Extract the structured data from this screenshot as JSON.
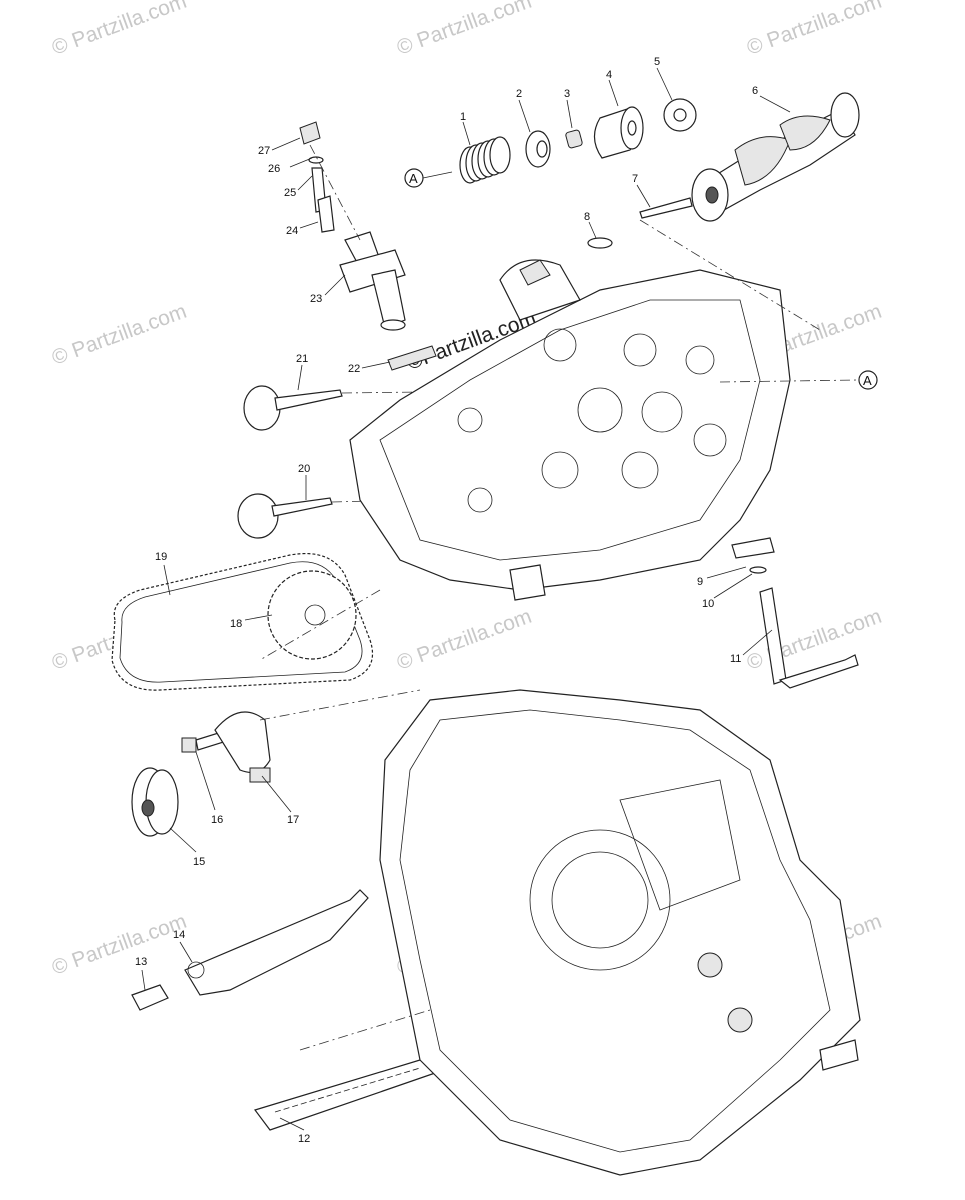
{
  "watermark": {
    "text": "© Partzilla.com",
    "center_text": "©Partzilla.com"
  },
  "callouts": {
    "a_top": "A",
    "a_right": "A"
  },
  "part_labels": {
    "p1": "1",
    "p2": "2",
    "p3": "3",
    "p4": "4",
    "p5": "5",
    "p6": "6",
    "p7": "7",
    "p8": "8",
    "p9": "9",
    "p10": "10",
    "p11": "11",
    "p12": "12",
    "p13": "13",
    "p14": "14",
    "p15": "15",
    "p16": "16",
    "p17": "17",
    "p18": "18",
    "p19": "19",
    "p20": "20",
    "p21": "21",
    "p22": "22",
    "p23": "23",
    "p24": "24",
    "p25": "25",
    "p26": "26",
    "p27": "27"
  }
}
